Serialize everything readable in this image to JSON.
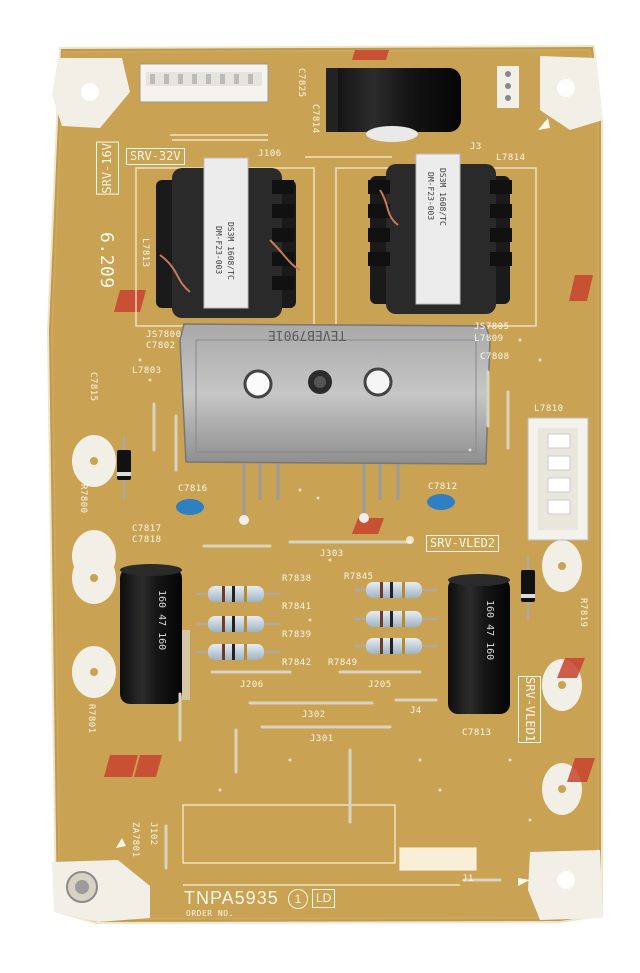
{
  "board": {
    "part_number": "TNPA5935",
    "revision_mark": "1",
    "suffix": "LD",
    "order_label": "ORDER NO.",
    "board_color": "#c9a253",
    "silk_color": "#fff8e8",
    "logo_color": "#c8432f"
  },
  "boxed_labels": {
    "srv_32v": "SRV-32V",
    "srv_16v": "SRV-16V",
    "srv_vled2": "SRV-VLED2",
    "srv_vled1": "SRV-VLED1"
  },
  "silkscreen": {
    "date_code": "6.209",
    "heatsink_code": "TEVEB7901E",
    "transformer_code": "DM-F23-003",
    "transformer_sub": "DS3M 1608/TC",
    "cap_marking": "160 47 160",
    "labels": {
      "c7825": "C7825",
      "c7814": "C7814",
      "j106": "J106",
      "j3": "J3",
      "l7814": "L7814",
      "l7813": "L7813",
      "js7800": "JS7800",
      "c7802": "C7802",
      "js7805": "JS7805",
      "l7809": "L7809",
      "c7808": "C7808",
      "l7803": "L7803",
      "l7810": "L7810",
      "c7815": "C7815",
      "c7816": "C7816",
      "c7812": "C7812",
      "c7817": "C7817",
      "c7818": "C7818",
      "j303": "J303",
      "r7838": "R7838",
      "r7845": "R7845",
      "r7841": "R7841",
      "r7839": "R7839",
      "r7842": "R7842",
      "r7849": "R7849",
      "j206": "J206",
      "j205": "J205",
      "j302": "J302",
      "j301": "J301",
      "c7813": "C7813",
      "j4": "J4",
      "j1": "J1",
      "j102": "J102",
      "r7800": "R7800",
      "r7819": "R7819",
      "r7801": "R7801",
      "zd": "ZA7801"
    }
  }
}
